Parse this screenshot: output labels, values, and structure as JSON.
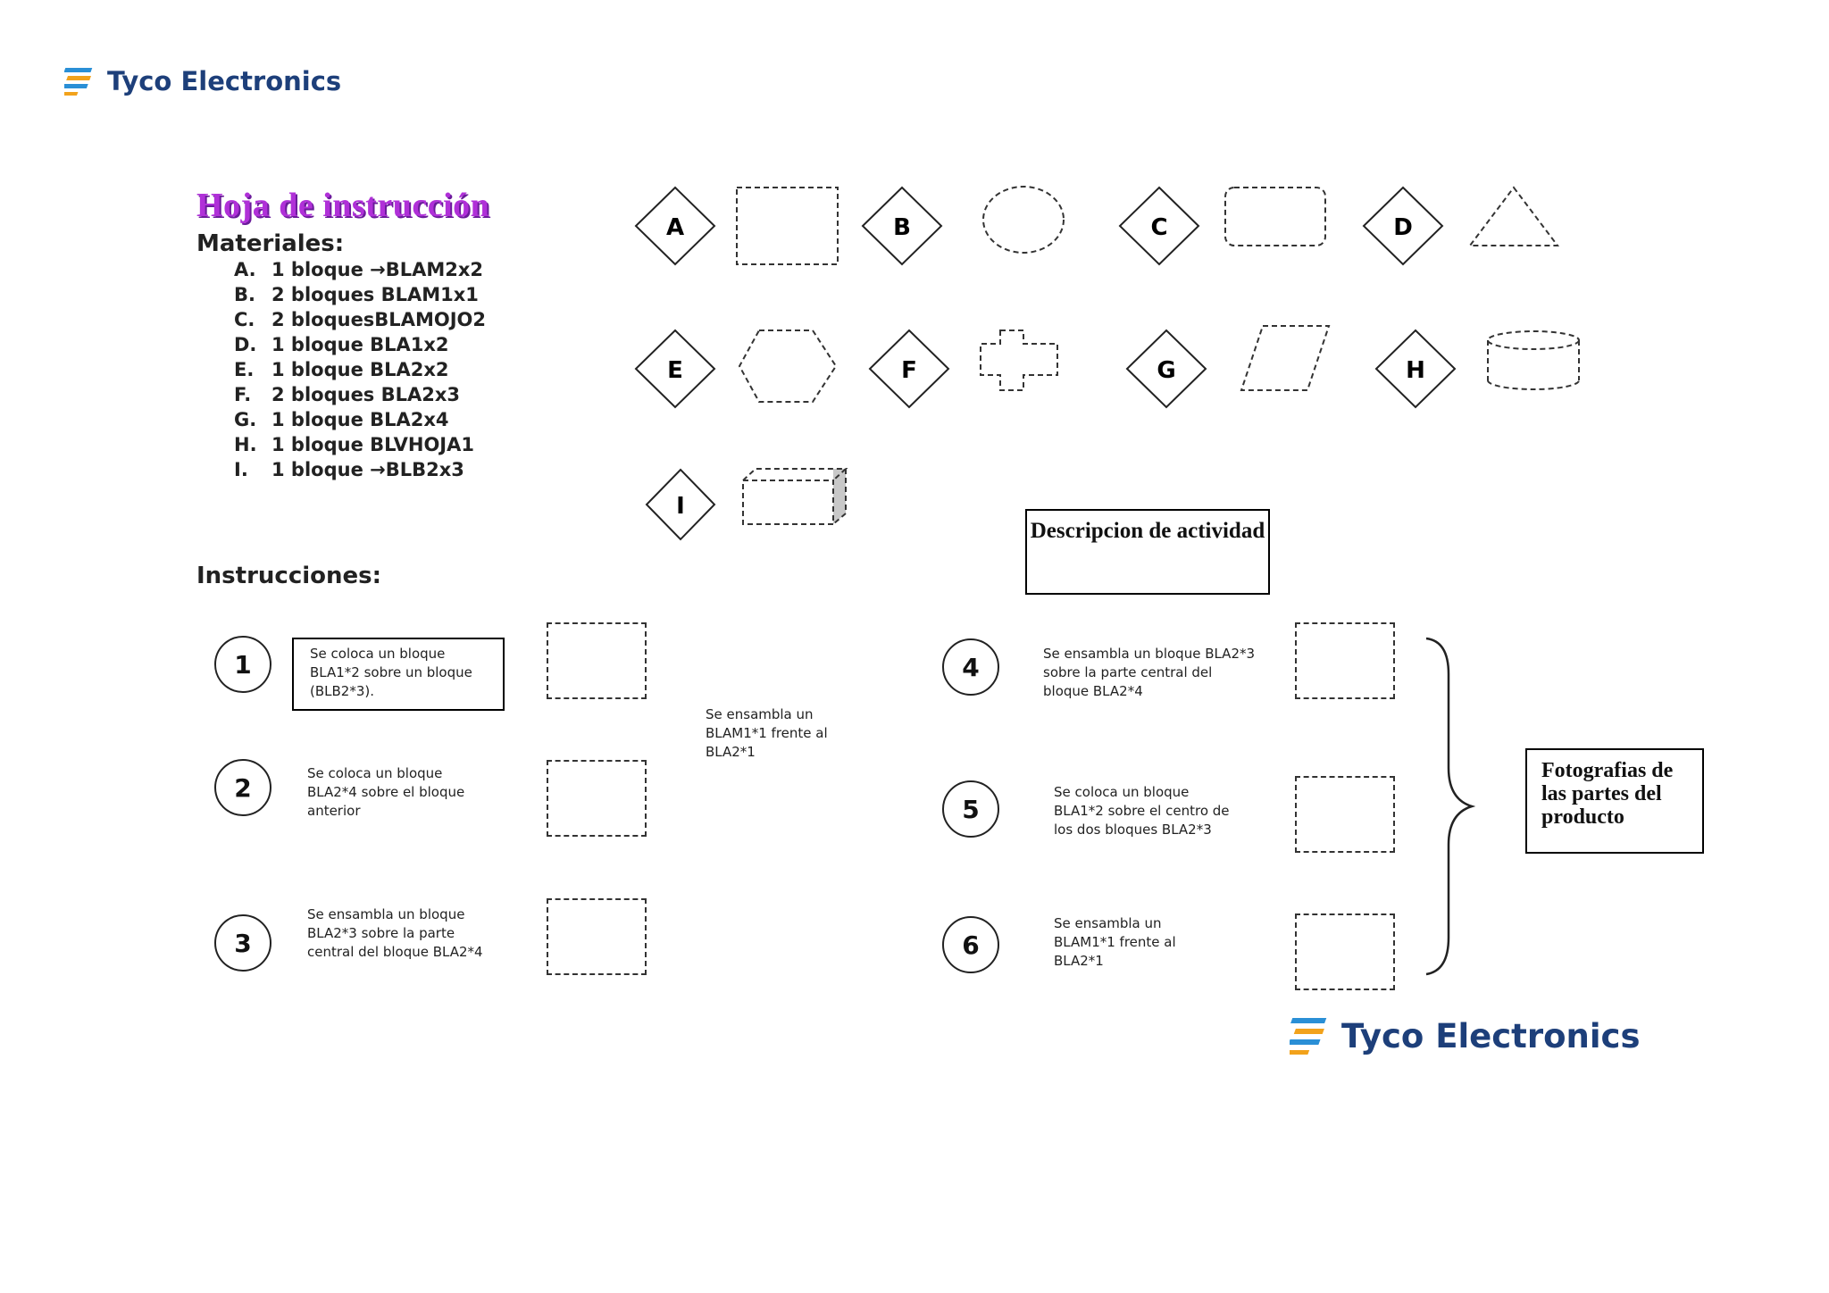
{
  "logo": {
    "text": "Tyco Electronics"
  },
  "title": "Hoja de instrucción",
  "materials_heading": "Materiales:",
  "materials": [
    {
      "letter": "A.",
      "text": "1 bloque →BLAM2x2"
    },
    {
      "letter": "B.",
      "text": "2 bloques BLAM1x1"
    },
    {
      "letter": "C.",
      "text": "2 bloquesBLAMOJO2"
    },
    {
      "letter": "D.",
      "text": "1 bloque BLA1x2"
    },
    {
      "letter": "E.",
      "text": "1 bloque BLA2x2"
    },
    {
      "letter": "F.",
      "text": "2 bloques BLA2x3"
    },
    {
      "letter": "G.",
      "text": "1 bloque BLA2x4"
    },
    {
      "letter": "H.",
      "text": "1 bloque BLVHOJA1"
    },
    {
      "letter": "I.",
      "text": "1 bloque →BLB2x3"
    }
  ],
  "legend": [
    {
      "label": "A",
      "shape": "rectangle"
    },
    {
      "label": "B",
      "shape": "ellipse"
    },
    {
      "label": "C",
      "shape": "rounded-rectangle"
    },
    {
      "label": "D",
      "shape": "triangle"
    },
    {
      "label": "E",
      "shape": "hexagon"
    },
    {
      "label": "F",
      "shape": "cross"
    },
    {
      "label": "G",
      "shape": "parallelogram"
    },
    {
      "label": "H",
      "shape": "cylinder"
    },
    {
      "label": "I",
      "shape": "box"
    }
  ],
  "description_label": "Descripcion de actividad",
  "instructions_heading": "Instrucciones:",
  "steps": [
    {
      "number": "1",
      "text": "Se coloca un bloque BLA1*2 sobre un bloque (BLB2*3)."
    },
    {
      "number": "2",
      "text": "Se coloca un bloque BLA2*4 sobre el bloque anterior"
    },
    {
      "number": "3",
      "text": "Se ensambla un bloque BLA2*3 sobre la parte  central del bloque BLA2*4"
    },
    {
      "number": "4",
      "text": "Se ensambla un bloque BLA2*3 sobre la parte central del bloque BLA2*4"
    },
    {
      "number": "5",
      "text": "Se coloca un bloque BLA1*2 sobre el centro de los dos bloques BLA2*3"
    },
    {
      "number": "6",
      "text": "Se ensambla un BLAM1*1 frente al BLA2*1"
    }
  ],
  "middle_note": "Se ensambla un BLAM1*1 frente al BLA2*1",
  "photos_label": "Fotografias de las partes del producto",
  "colors": {
    "logo_text": "#1d3f7a",
    "title": "#b030d8",
    "logo_orange": "#f2a21b",
    "logo_blue": "#2a8fd6"
  }
}
